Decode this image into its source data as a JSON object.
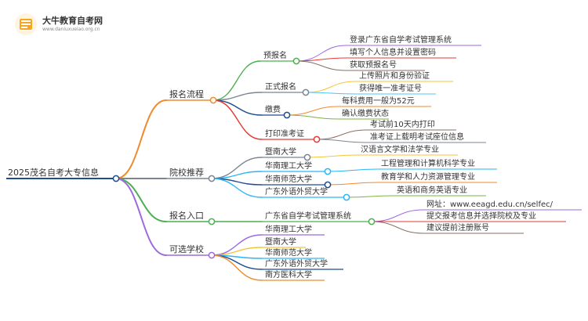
{
  "logo": {
    "title": "大牛教育自考网",
    "url": "www.daniuxueiao.org.cn"
  },
  "mindmap": {
    "root": "2025茂名自考大专信息",
    "branches": [
      {
        "label": "报名流程",
        "color": "#f08a2e",
        "children": [
          {
            "label": "预报名",
            "color": "#4caf50",
            "children": [
              {
                "label": "登录广东省自学考试管理系统",
                "color": "#9c6ade"
              },
              {
                "label": "填写个人信息并设置密码",
                "color": "#e53935"
              },
              {
                "label": "获取预报名号",
                "color": "#8d6e63"
              }
            ]
          },
          {
            "label": "正式报名",
            "color": "#7b8591",
            "children": [
              {
                "label": "上传照片和身份验证",
                "color": "#f5c33b"
              },
              {
                "label": "获得唯一准考证号",
                "color": "#4fc3f7"
              }
            ]
          },
          {
            "label": "缴费",
            "color": "#1e4e8c",
            "children": [
              {
                "label": "每科费用一般为52元",
                "color": "#f08a2e"
              },
              {
                "label": "确认缴费状态",
                "color": "#7cb342"
              }
            ]
          },
          {
            "label": "打印准考证",
            "color": "#e53935",
            "children": [
              {
                "label": "考试前10天内打印",
                "color": "#8d6e63"
              },
              {
                "label": "准考证上载明考试座位信息",
                "color": "#7b8591"
              }
            ]
          }
        ]
      },
      {
        "label": "院校推荐",
        "color": "#7b8591",
        "children": [
          {
            "label": "暨南大学",
            "color": "#7b8591",
            "children": [
              {
                "label": "汉语言文学和法学专业",
                "color": "#f5c33b"
              }
            ]
          },
          {
            "label": "华南理工大学",
            "color": "#29b6f6",
            "children": [
              {
                "label": "工程管理和计算机科学专业",
                "color": "#29b6f6"
              }
            ]
          },
          {
            "label": "华南师范大学",
            "color": "#1e4e8c",
            "children": [
              {
                "label": "教育学和人力资源管理专业",
                "color": "#f08a2e"
              }
            ]
          },
          {
            "label": "广东外语外贸大学",
            "color": "#29b6f6",
            "children": [
              {
                "label": "英语和商务英语专业",
                "color": "#7cb342"
              }
            ]
          }
        ]
      },
      {
        "label": "报名入口",
        "color": "#4caf50",
        "children": [
          {
            "label": "广东省自学考试管理系统",
            "color": "#4caf50",
            "children": [
              {
                "label": "网址：www.eeagd.edu.cn/selfec/",
                "color": "#9c6ade"
              },
              {
                "label": "提交报考信息并选择院校及专业",
                "color": "#e53935"
              },
              {
                "label": "建议提前注册账号",
                "color": "#8d6e63"
              }
            ]
          }
        ]
      },
      {
        "label": "可选学校",
        "color": "#9c6ade",
        "children": [
          {
            "label": "华南理工大学",
            "color": "#9c6ade"
          },
          {
            "label": "暨南大学",
            "color": "#f5c33b"
          },
          {
            "label": "华南师范大学",
            "color": "#29b6f6"
          },
          {
            "label": "广东外语外贸大学",
            "color": "#1e4e8c"
          },
          {
            "label": "南方医科大学",
            "color": "#f08a2e"
          }
        ]
      }
    ]
  }
}
